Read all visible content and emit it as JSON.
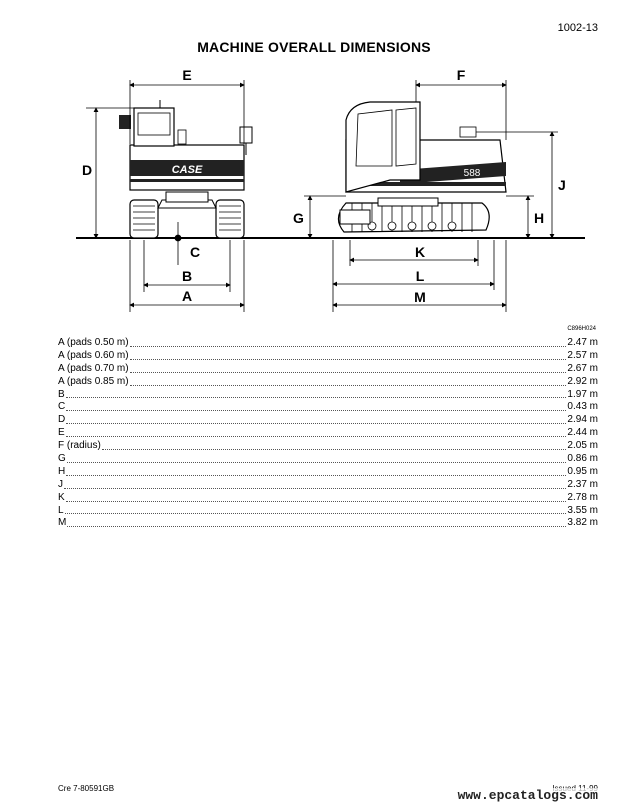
{
  "page_number": "1002-13",
  "title": "MACHINE OVERALL DIMENSIONS",
  "figure_code": "C896H024",
  "diagram": {
    "brand_label": "CASE",
    "model_label": "588",
    "dimension_letters": [
      "A",
      "B",
      "C",
      "D",
      "E",
      "F",
      "G",
      "H",
      "J",
      "K",
      "L",
      "M"
    ]
  },
  "dimensions": [
    {
      "label": "A (pads 0.50 m)",
      "value": "2.47 m"
    },
    {
      "label": "A (pads 0.60 m)",
      "value": "2.57 m"
    },
    {
      "label": "A (pads 0.70 m)",
      "value": "2.67 m"
    },
    {
      "label": "A (pads 0.85 m)",
      "value": "2.92 m"
    },
    {
      "label": "B",
      "value": "1.97 m"
    },
    {
      "label": "C",
      "value": "0.43 m"
    },
    {
      "label": "D",
      "value": "2.94 m"
    },
    {
      "label": "E",
      "value": "2.44 m"
    },
    {
      "label": "F (radius)",
      "value": "2.05 m"
    },
    {
      "label": "G",
      "value": "0.86 m"
    },
    {
      "label": "H",
      "value": "0.95 m"
    },
    {
      "label": "J",
      "value": "2.37 m"
    },
    {
      "label": "K",
      "value": "2.78 m"
    },
    {
      "label": "L",
      "value": "3.55 m"
    },
    {
      "label": "M",
      "value": "3.82 m"
    }
  ],
  "footer": {
    "left": "Cre  7-80591GB",
    "right": "Issued 11-99",
    "watermark": "www.epcatalogs.com"
  }
}
